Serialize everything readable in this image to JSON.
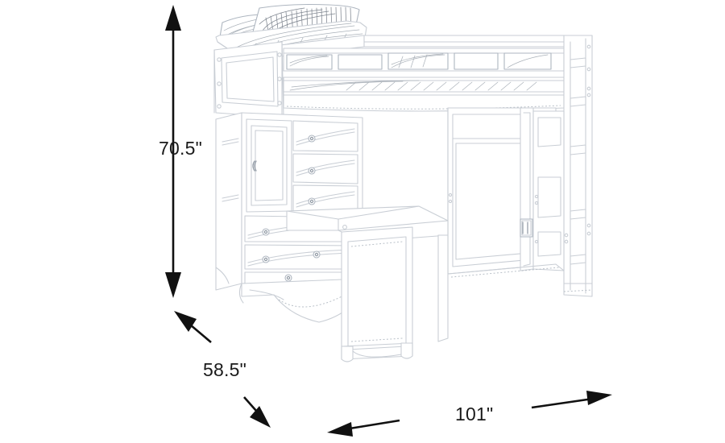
{
  "product": {
    "type": "loft-bed-with-desk-and-storage",
    "view": "line-drawing-dimensioned-perspective",
    "background_color": "#ffffff",
    "line_color": "#c8cdd4",
    "line_color_dark": "#9aa2ac",
    "annotation_color": "#111111"
  },
  "dimensions": {
    "height": {
      "value": "70.5\"",
      "axis": "vertical",
      "arrow": "double-headed-up-down"
    },
    "depth": {
      "value": "58.5\"",
      "axis": "diagonal-depth",
      "arrow": "double-headed-diagonal"
    },
    "width": {
      "value": "101\"",
      "axis": "horizontal",
      "arrow": "double-headed-left-right"
    }
  },
  "parts": {
    "pillow_left": "pillow",
    "pillow_right": "pillow",
    "mattress": "mattress",
    "headboard_panel": "headboard-panel",
    "guard_rail": "guard-rail",
    "loft_deck": "loft-deck",
    "chest_drawers_upper": 3,
    "chest_drawers_lower": 3,
    "chest_door": "cabinet-door",
    "desk_top": "desk-top",
    "desk_leg_panel": "desk-leg-panel",
    "end_panel": "paneled-end-panel",
    "door_handle_plate": "door-handle-plate",
    "ladder": "ladder",
    "ladder_rungs": 4
  }
}
